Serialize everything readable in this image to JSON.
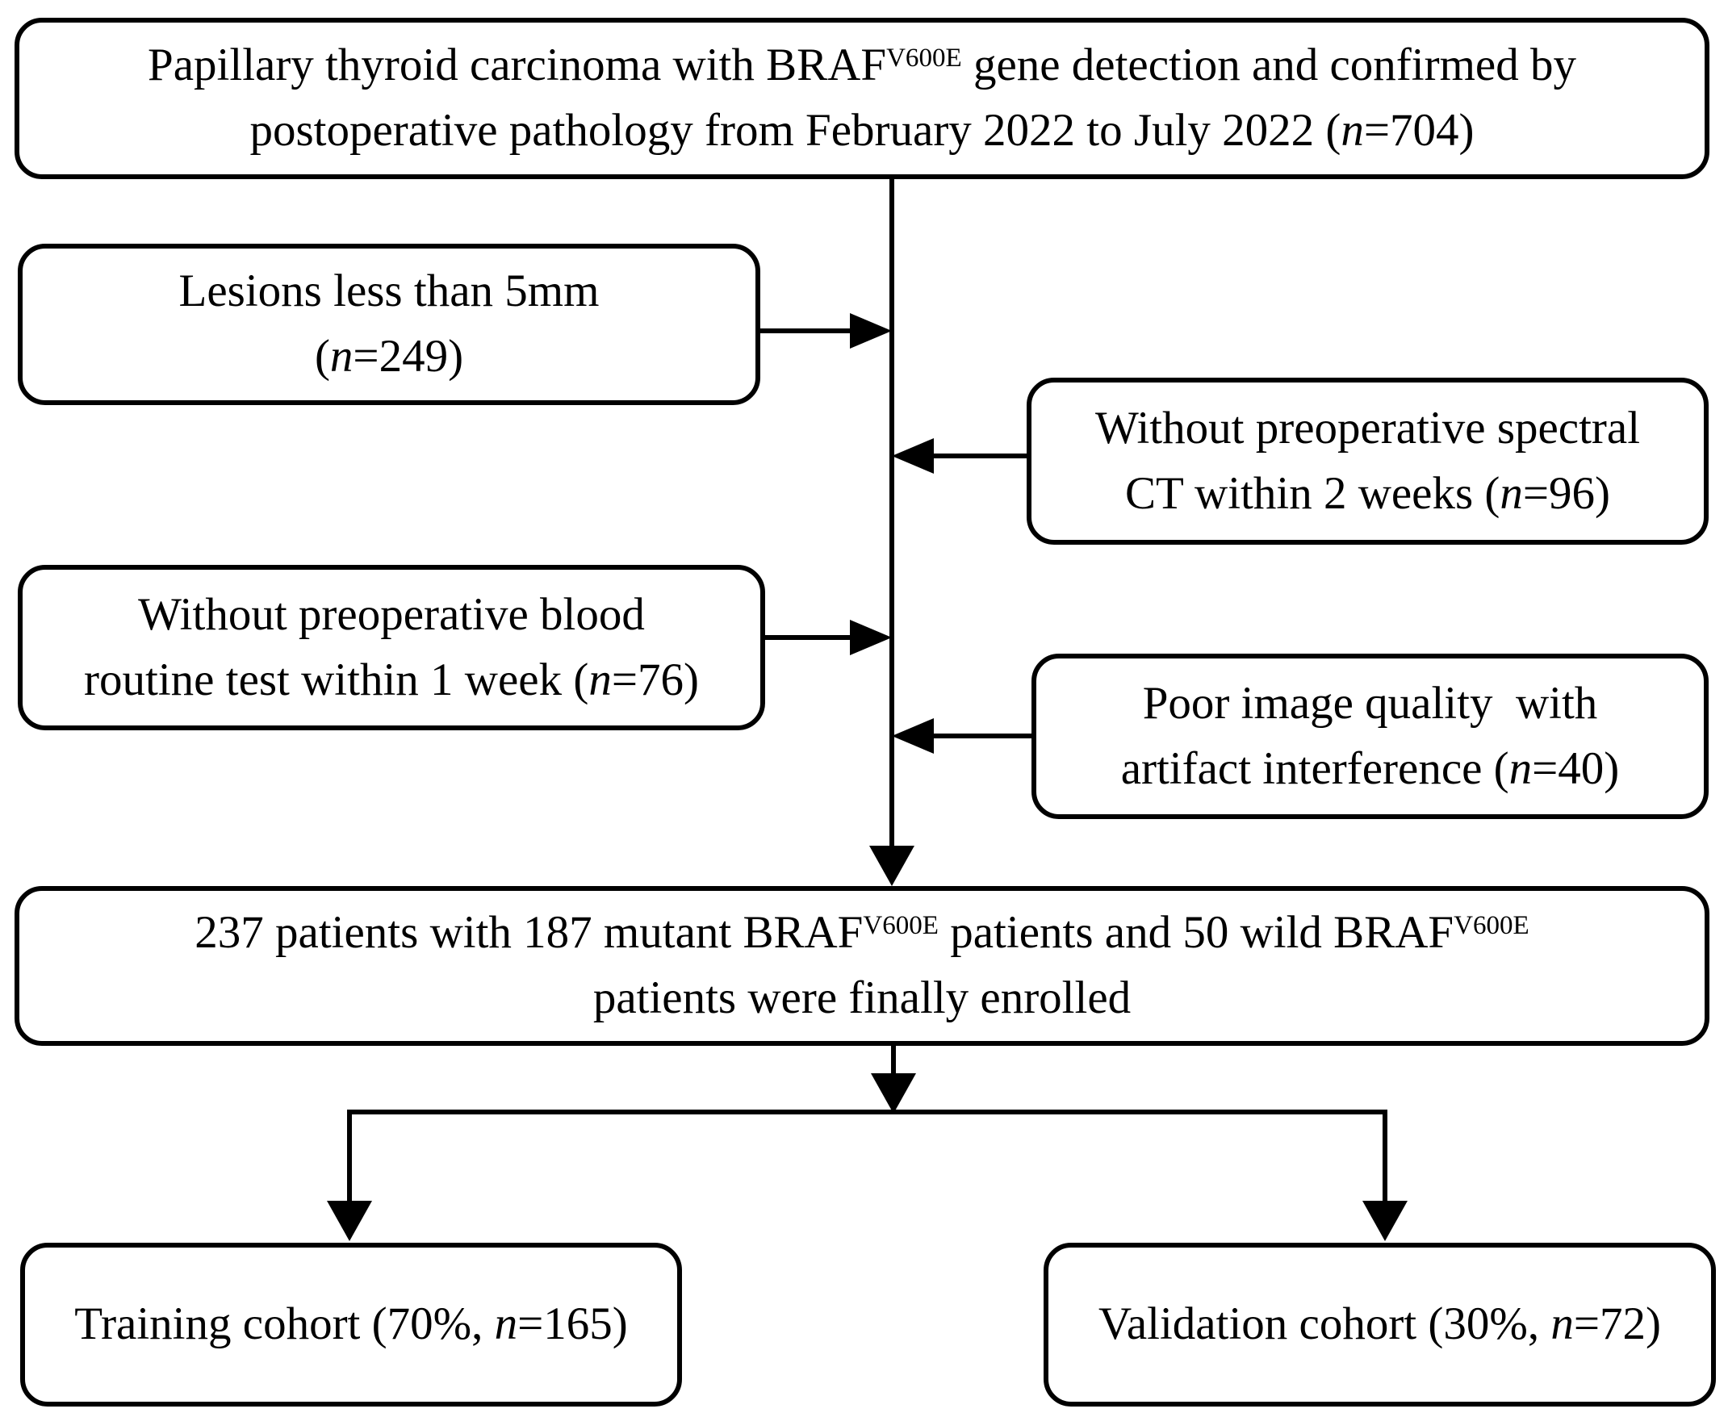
{
  "figure": {
    "type": "patient-enrollment-flowchart",
    "colors": {
      "ink": "#000000",
      "background": "#ffffff"
    },
    "boxes": {
      "source": {
        "lines": [
          [
            {
              "t": "Papillary thyroid carcinoma with BRAF"
            },
            {
              "t": "V600E",
              "sup": true
            },
            {
              "t": " gene detection and confirmed by"
            }
          ],
          [
            {
              "t": "postoperative pathology from February 2022 to July 2022 ("
            },
            {
              "t": "n",
              "i": true
            },
            {
              "t": "=704)"
            }
          ]
        ]
      },
      "lesions": {
        "lines": [
          [
            {
              "t": "Lesions less than 5mm"
            }
          ],
          [
            {
              "t": "("
            },
            {
              "t": "n",
              "i": true
            },
            {
              "t": "=249)"
            }
          ]
        ]
      },
      "spectral_ct": {
        "lines": [
          [
            {
              "t": "Without preoperative spectral"
            }
          ],
          [
            {
              "t": "CT within 2 weeks ("
            },
            {
              "t": "n",
              "i": true
            },
            {
              "t": "=96)"
            }
          ]
        ]
      },
      "blood_routine": {
        "lines": [
          [
            {
              "t": "Without preoperative blood"
            }
          ],
          [
            {
              "t": "routine test within 1 week ("
            },
            {
              "t": "n",
              "i": true
            },
            {
              "t": "=76)"
            }
          ]
        ]
      },
      "poor_quality": {
        "lines": [
          [
            {
              "t": "Poor image quality  with"
            }
          ],
          [
            {
              "t": "artifact interference ("
            },
            {
              "t": "n",
              "i": true
            },
            {
              "t": "=40)"
            }
          ]
        ]
      },
      "enrolled": {
        "lines": [
          [
            {
              "t": "237 patients with 187 mutant BRAF"
            },
            {
              "t": "V600E",
              "sup": true
            },
            {
              "t": " patients and 50 wild BRAF"
            },
            {
              "t": "V600E",
              "sup": true
            }
          ],
          [
            {
              "t": "patients were finally enrolled"
            }
          ]
        ]
      },
      "training": {
        "lines": [
          [
            {
              "t": "Training cohort (70%, "
            },
            {
              "t": "n",
              "i": true
            },
            {
              "t": "=165)"
            }
          ]
        ]
      },
      "validation": {
        "lines": [
          [
            {
              "t": "Validation cohort (30%, "
            },
            {
              "t": "n",
              "i": true
            },
            {
              "t": "=72)"
            }
          ]
        ]
      }
    },
    "edges": [
      {
        "from": "source",
        "to": "enrolled",
        "style": "vertical-trunk-arrow-down"
      },
      {
        "from": "lesions",
        "to": "trunk",
        "style": "horizontal-arrow-right"
      },
      {
        "from": "spectral_ct",
        "to": "trunk",
        "style": "horizontal-arrow-left"
      },
      {
        "from": "blood_routine",
        "to": "trunk",
        "style": "horizontal-arrow-right"
      },
      {
        "from": "poor_quality",
        "to": "trunk",
        "style": "horizontal-arrow-left"
      },
      {
        "from": "enrolled",
        "to": "training",
        "style": "split-arrow-down"
      },
      {
        "from": "enrolled",
        "to": "validation",
        "style": "split-arrow-down"
      }
    ]
  }
}
